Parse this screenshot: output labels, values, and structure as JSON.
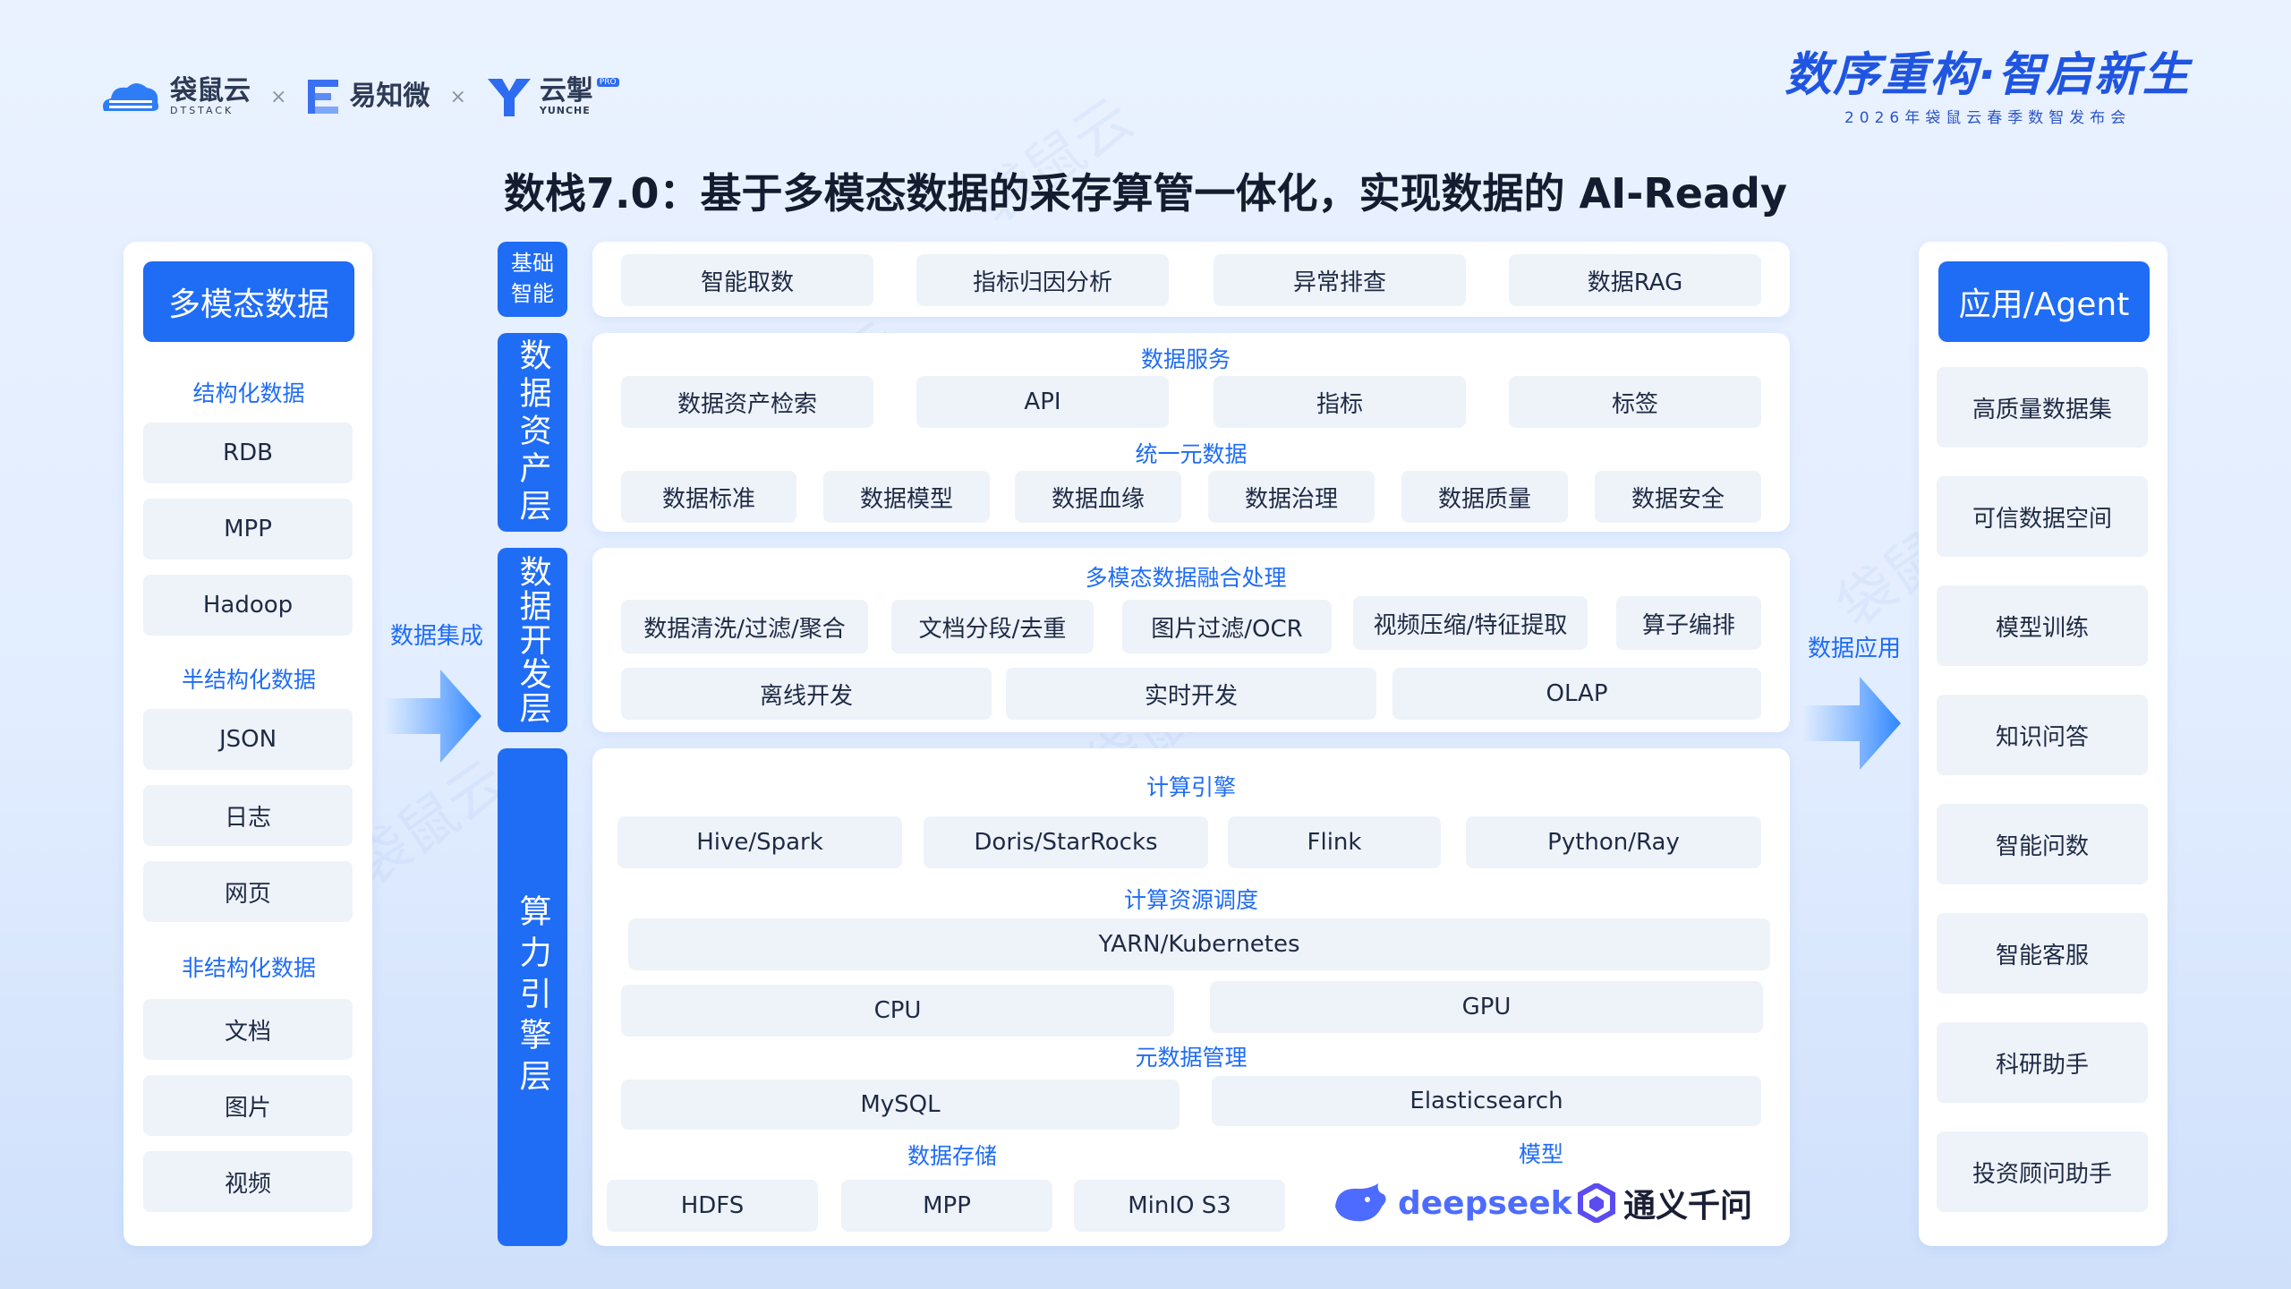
{
  "header": {
    "logos": {
      "dtstack_name": "袋鼠云",
      "dtstack_sub": "DTSTACK",
      "separator": "×",
      "yizhiwei_name": "易知微",
      "yunche_name": "云掣",
      "yunche_sub": "YUNCHE",
      "yunche_badge": "PRO"
    },
    "slogan": "数序重构·智启新生",
    "event": "2026年袋鼠云春季数智发布会",
    "title": "数栈7.0：基于多模态数据的采存算管一体化，实现数据的 AI-Ready"
  },
  "left_panel": {
    "title": "多模态数据",
    "groups": [
      {
        "label": "结构化数据",
        "items": [
          "RDB",
          "MPP",
          "Hadoop"
        ]
      },
      {
        "label": "半结构化数据",
        "items": [
          "JSON",
          "日志",
          "网页"
        ]
      },
      {
        "label": "非结构化数据",
        "items": [
          "文档",
          "图片",
          "视频"
        ]
      }
    ]
  },
  "flows": {
    "integration": "数据集成",
    "application": "数据应用"
  },
  "layers": {
    "basic_ai": {
      "label_lines": [
        "基础",
        "智能"
      ],
      "items": [
        "智能取数",
        "指标归因分析",
        "异常排查",
        "数据RAG"
      ]
    },
    "data_asset": {
      "label": "数据资产层",
      "service_title": "数据服务",
      "service_items": [
        "数据资产检索",
        "API",
        "指标",
        "标签"
      ],
      "unified_title": "统一元数据",
      "unified_items": [
        "数据标准",
        "数据模型",
        "数据血缘",
        "数据治理",
        "数据质量",
        "数据安全"
      ]
    },
    "data_dev": {
      "label": "数据开发层",
      "title": "多模态数据融合处理",
      "row1": [
        "数据清洗/过滤/聚合",
        "文档分段/去重",
        "图片过滤/OCR",
        "视频压缩/特征提取",
        "算子编排"
      ],
      "row2": [
        "离线开发",
        "实时开发",
        "OLAP"
      ]
    },
    "compute": {
      "label": "算力引擎层",
      "engine_title": "计算引擎",
      "engine_items": [
        "Hive/Spark",
        "Doris/StarRocks",
        "Flink",
        "Python/Ray"
      ],
      "schedule_title": "计算资源调度",
      "schedule_item": "YARN/Kubernetes",
      "cpu": "CPU",
      "gpu": "GPU",
      "meta_title": "元数据管理",
      "meta_items": [
        "MySQL",
        "Elasticsearch"
      ],
      "storage_title": "数据存储",
      "storage_items": [
        "HDFS",
        "MPP",
        "MinIO S3"
      ],
      "model_title": "模型",
      "models": [
        "deepseek",
        "通义千问"
      ]
    }
  },
  "right_panel": {
    "title": "应用/Agent",
    "items": [
      "高质量数据集",
      "可信数据空间",
      "模型训练",
      "知识问答",
      "智能问数",
      "智能客服",
      "科研助手",
      "投资顾问助手"
    ]
  },
  "watermark": "袋鼠云",
  "colors": {
    "accent": "#1f6cf5",
    "title": "#141c30",
    "cell_bg": "#eef3fa",
    "panel_bg": "#ffffff"
  }
}
